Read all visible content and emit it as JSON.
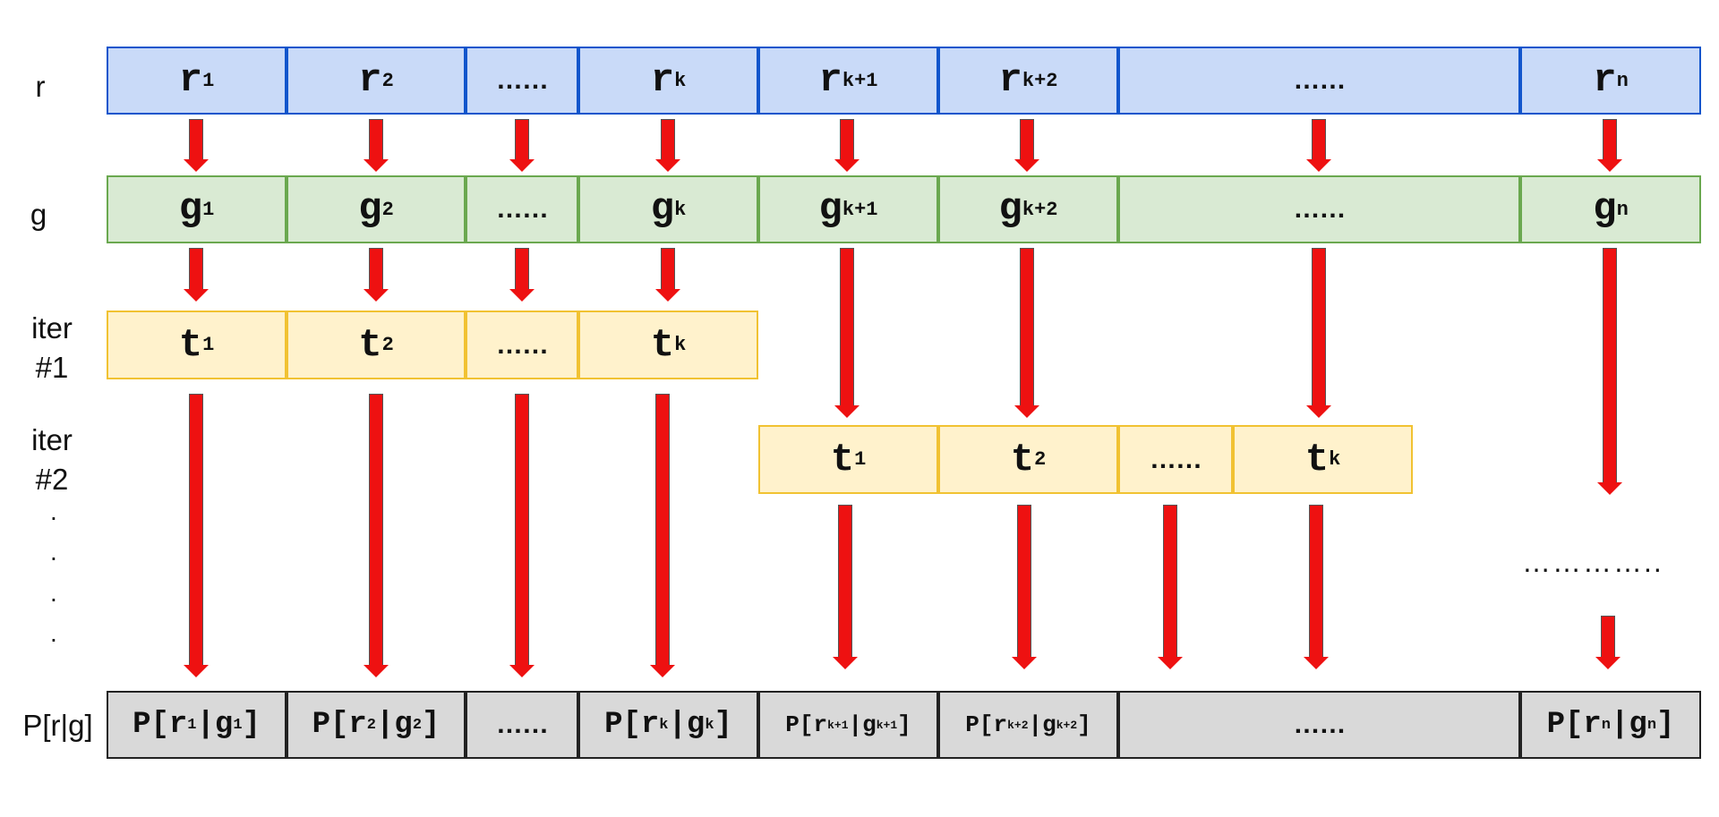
{
  "labels": {
    "r": "r",
    "g": "g",
    "iter1": "iter\n#1",
    "iter2": "iter\n#2",
    "p": "P[r|g]",
    "vdots": ".",
    "cont": "………….."
  },
  "r_row": [
    {
      "base": "r",
      "sub": "1"
    },
    {
      "base": "r",
      "sub": "2"
    },
    {
      "base": "……",
      "sub": ""
    },
    {
      "base": "r",
      "sub": "k"
    },
    {
      "base": "r",
      "sub": "k+1"
    },
    {
      "base": "r",
      "sub": "k+2"
    },
    {
      "base": "……",
      "sub": ""
    },
    {
      "base": "r",
      "sub": "n"
    }
  ],
  "g_row": [
    {
      "base": "g",
      "sub": "1"
    },
    {
      "base": "g",
      "sub": "2"
    },
    {
      "base": "……",
      "sub": ""
    },
    {
      "base": "g",
      "sub": "k"
    },
    {
      "base": "g",
      "sub": "k+1"
    },
    {
      "base": "g",
      "sub": "k+2"
    },
    {
      "base": "……",
      "sub": ""
    },
    {
      "base": "g",
      "sub": "n"
    }
  ],
  "iter1_row": [
    {
      "base": "t",
      "sub": "1"
    },
    {
      "base": "t",
      "sub": "2"
    },
    {
      "base": "……",
      "sub": ""
    },
    {
      "base": "t",
      "sub": "k"
    }
  ],
  "iter2_row": [
    {
      "base": "t",
      "sub": "1"
    },
    {
      "base": "t",
      "sub": "2"
    },
    {
      "base": "……",
      "sub": ""
    },
    {
      "base": "t",
      "sub": "k"
    }
  ],
  "p_row": [
    {
      "r_sub": "1",
      "g_sub": "1"
    },
    {
      "r_sub": "2",
      "g_sub": "2"
    },
    {
      "ellipsis": "……"
    },
    {
      "r_sub": "k",
      "g_sub": "k"
    },
    {
      "r_sub": "k+1",
      "g_sub": "k+1"
    },
    {
      "r_sub": "k+2",
      "g_sub": "k+2"
    },
    {
      "ellipsis": "……"
    },
    {
      "r_sub": "n",
      "g_sub": "n"
    }
  ],
  "p_template": {
    "open": "P[",
    "r": "r",
    "pipe": "|",
    "g": "g",
    "close": "]"
  },
  "colors": {
    "r_fill": "#c9daf8",
    "r_border": "#1155cc",
    "g_fill": "#d9ead3",
    "g_border": "#6aa84f",
    "t_fill": "#fff2cc",
    "t_border": "#f1c232",
    "p_fill": "#d9d9d9",
    "p_border": "#222222",
    "arrow": "#ee1111"
  }
}
